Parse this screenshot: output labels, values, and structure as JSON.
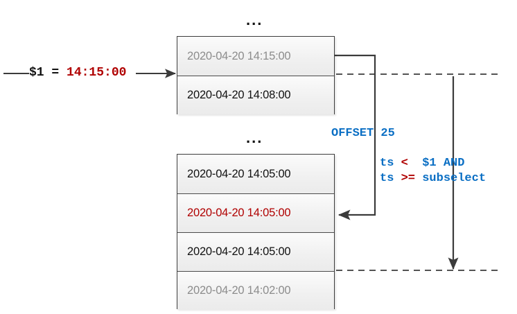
{
  "diagram": {
    "title_absent": true,
    "colors": {
      "accent_red": "#b00000",
      "accent_blue": "#0b6fc4",
      "muted_gray": "#8c8c8c",
      "line_dark": "#3b3b3b",
      "row_fill": "#f0f0f0"
    },
    "param": {
      "name": "$1 = ",
      "value": "14:15:00"
    },
    "ellipsis_top": "...",
    "ellipsis_bottom": "...",
    "offset": {
      "label": "OFFSET 25"
    },
    "predicate": {
      "line1_pre": "ts ",
      "line1_op": "< ",
      "line1_post": " $1 AND",
      "line2_pre": "ts ",
      "line2_op": ">=",
      "line2_post": " subselect"
    },
    "table_top": {
      "rows": [
        {
          "text": "2020-04-20 14:15:00",
          "style": "muted"
        },
        {
          "text": "2020-04-20 14:08:00",
          "style": "normal"
        }
      ]
    },
    "table_bottom": {
      "rows": [
        {
          "text": "2020-04-20 14:05:00",
          "style": "normal"
        },
        {
          "text": "2020-04-20 14:05:00",
          "style": "accent"
        },
        {
          "text": "2020-04-20 14:05:00",
          "style": "normal"
        },
        {
          "text": "2020-04-20 14:02:00",
          "style": "muted"
        }
      ]
    }
  }
}
